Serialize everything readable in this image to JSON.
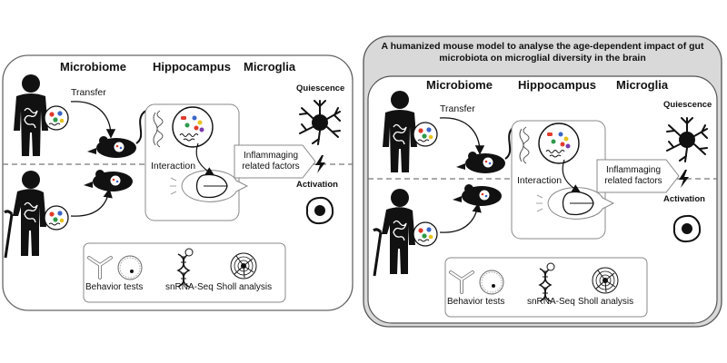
{
  "left_panel": {
    "headers": {
      "microbiome": "Microbiome",
      "hippocampus": "Hippocampus",
      "microglia": "Microglia"
    },
    "labels": {
      "transfer": "Transfer",
      "interaction": "Interaction",
      "inflammaging": "Inflammaging related factors",
      "quiescence": "Quiescence",
      "activation": "Activation"
    },
    "methods": {
      "behavior": "Behavior tests",
      "snrna": "snRNA-Seq",
      "sholl": "Sholl analysis"
    }
  },
  "right_panel": {
    "title": "A humanized mouse model to analyse the age-dependent impact of gut microbiota on microglial diversity in the brain",
    "headers": {
      "microbiome": "Microbiome",
      "hippocampus": "Hippocampus",
      "microglia": "Microglia"
    },
    "labels": {
      "transfer": "Transfer",
      "interaction": "Interaction",
      "inflammaging": "Inflammaging related factors",
      "quiescence": "Quiescence",
      "activation": "Activation"
    },
    "methods": {
      "behavior": "Behavior tests",
      "snrna": "snRNA-Seq",
      "sholl": "Sholl analysis"
    }
  }
}
